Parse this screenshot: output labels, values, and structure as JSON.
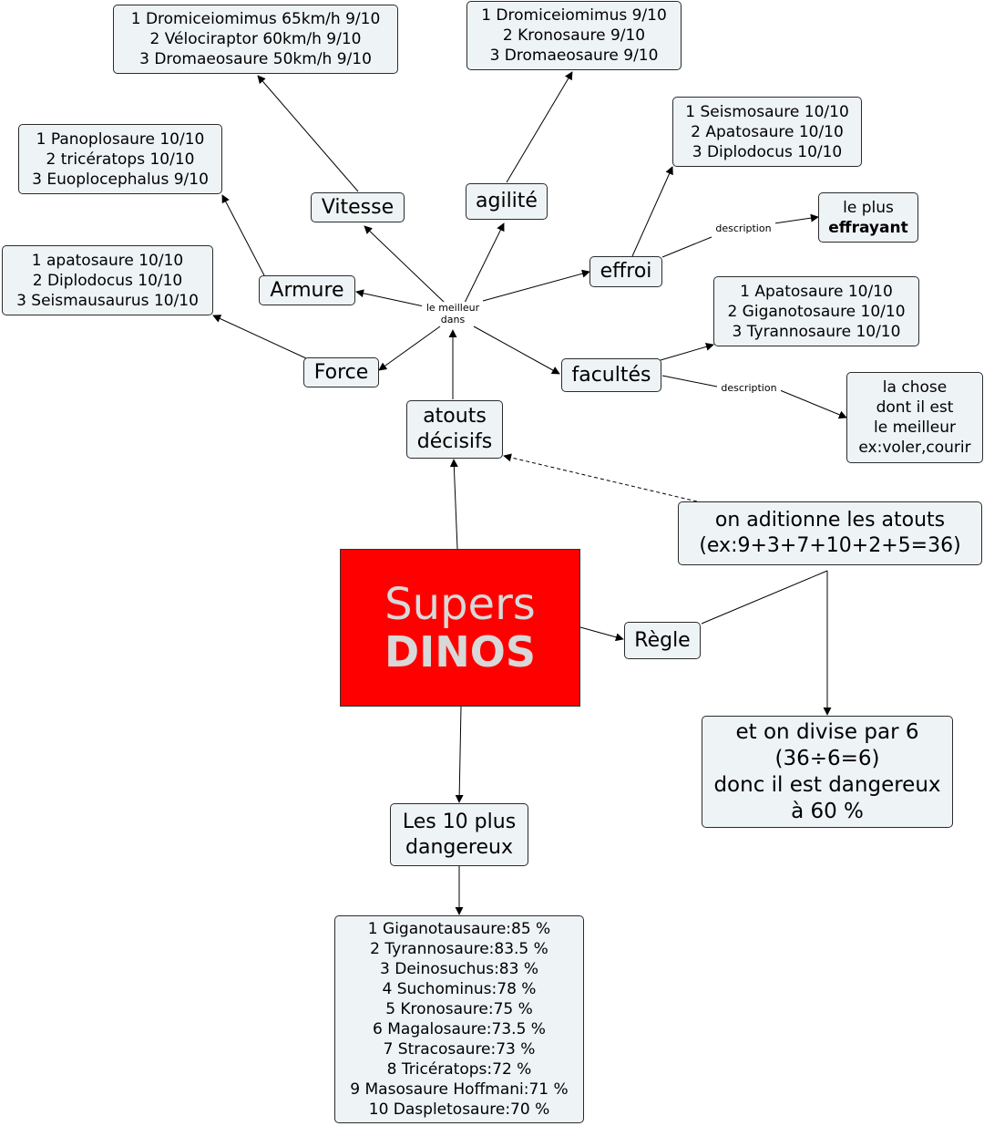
{
  "main": {
    "line1": "Supers",
    "line2": "DINOS"
  },
  "atouts": {
    "lines": [
      "atouts",
      "décisifs"
    ]
  },
  "link_label_best": [
    "le meilleur",
    "dans"
  ],
  "categories": {
    "vitesse": "Vitesse",
    "agilite": "agilité",
    "armure": "Armure",
    "force": "Force",
    "effroi": "effroi",
    "facultes": "facultés"
  },
  "lists": {
    "vitesse": [
      "1 Dromiceiomimus 65km/h 9/10",
      "2 Vélociraptor 60km/h 9/10",
      "3 Dromaeosaure 50km/h 9/10"
    ],
    "agilite": [
      "1 Dromiceiomimus 9/10",
      "2 Kronosaure 9/10",
      "3 Dromaeosaure 9/10"
    ],
    "armure": [
      "1 Panoplosaure 10/10",
      "2 tricératops 10/10",
      "3 Euoplocephalus 9/10"
    ],
    "force": [
      "1 apatosaure 10/10",
      "2 Diplodocus 10/10",
      "3 Seismausaurus 10/10"
    ],
    "effroi": [
      "1 Seismosaure 10/10",
      "2 Apatosaure 10/10",
      "3 Diplodocus 10/10"
    ],
    "facultes": [
      "1 Apatosaure 10/10",
      "2 Giganotosaure 10/10",
      "3 Tyrannosaure 10/10"
    ]
  },
  "descriptions": {
    "label": "description",
    "effroi": {
      "line1": "le plus",
      "line2": "effrayant"
    },
    "facultes": [
      "la chose",
      "dont il est",
      "le meilleur",
      "ex:voler,courir"
    ]
  },
  "regle": {
    "label": "Règle",
    "sum": [
      "on aditionne les atouts",
      "(ex:9+3+7+10+2+5=36)"
    ],
    "divide": [
      "et on divise par 6",
      "(36÷6=6)",
      "donc il est dangereux",
      "à 60 %"
    ]
  },
  "dangerous": {
    "title": [
      "Les 10 plus",
      "dangereux"
    ],
    "list": [
      "1 Giganotausaure:85 %",
      "2 Tyrannosaure:83.5 %",
      "3 Deinosuchus:83 %",
      "4 Suchominus:78 %",
      "5 Kronosaure:75 %",
      "6 Magalosaure:73.5 %",
      "7 Stracosaure:73 %",
      "8 Tricératops:72 %",
      "9 Masosaure Hoffmani:71 %",
      "10 Daspletosaure:70 %"
    ]
  },
  "colors": {
    "main_fill": "#ff0000",
    "main_text": "#d8d8d8",
    "node_fill": "#eef3f5"
  }
}
